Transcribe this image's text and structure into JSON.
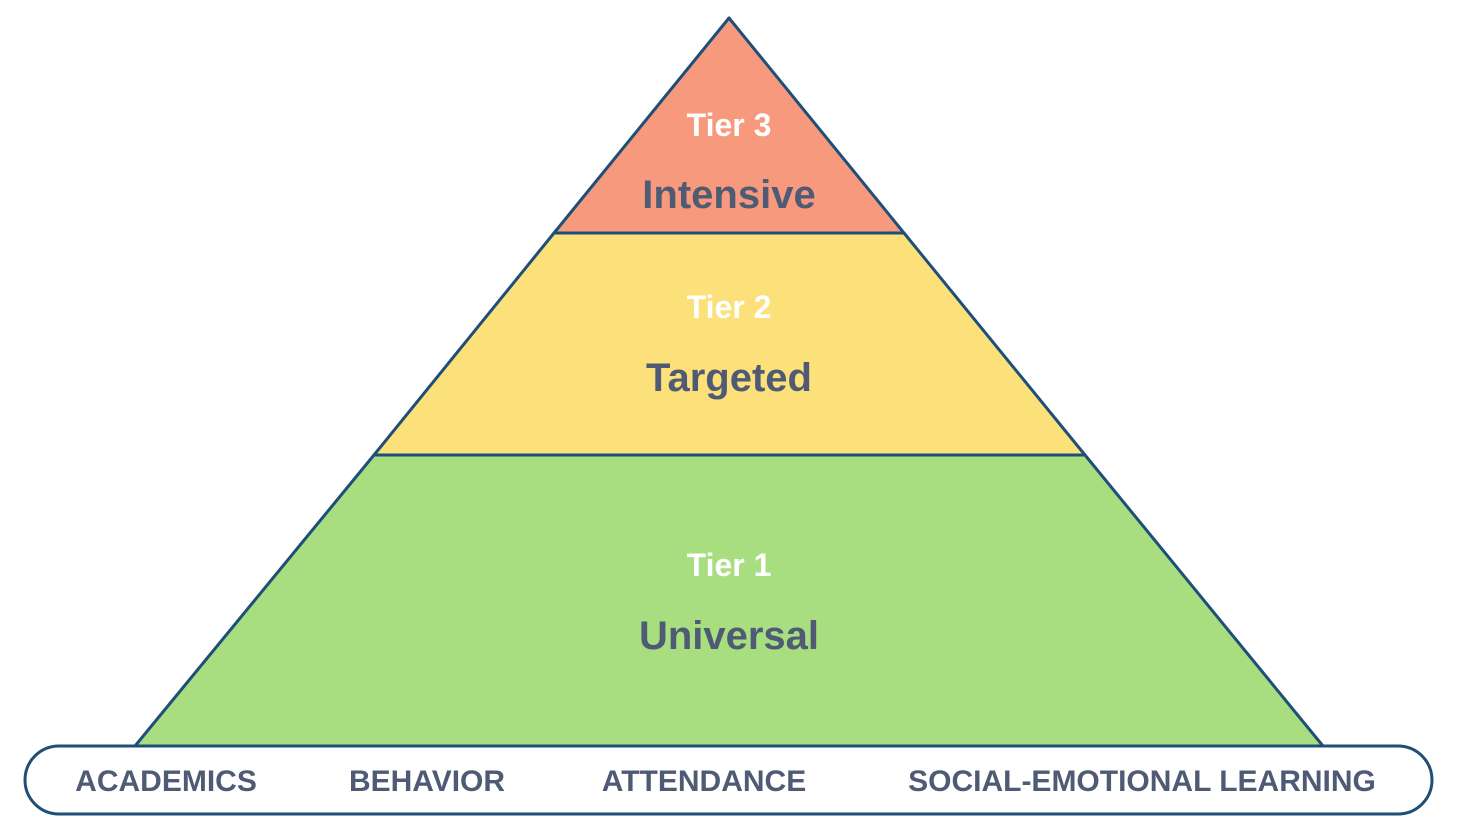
{
  "colors": {
    "outline": "#1f4e79",
    "text_dark": "#4f5b75",
    "text_light": "#ffffff",
    "tier3_fill": "#f7997c",
    "tier2_fill": "#fce07a",
    "tier1_fill": "#a8dd80",
    "base_fill": "#ffffff"
  },
  "tiers": [
    {
      "number": "Tier 3",
      "name": "Intensive"
    },
    {
      "number": "Tier 2",
      "name": "Targeted"
    },
    {
      "number": "Tier 1",
      "name": "Universal"
    }
  ],
  "foundation": {
    "labels": [
      "ACADEMICS",
      "BEHAVIOR",
      "ATTENDANCE",
      "SOCIAL-EMOTIONAL LEARNING"
    ]
  }
}
